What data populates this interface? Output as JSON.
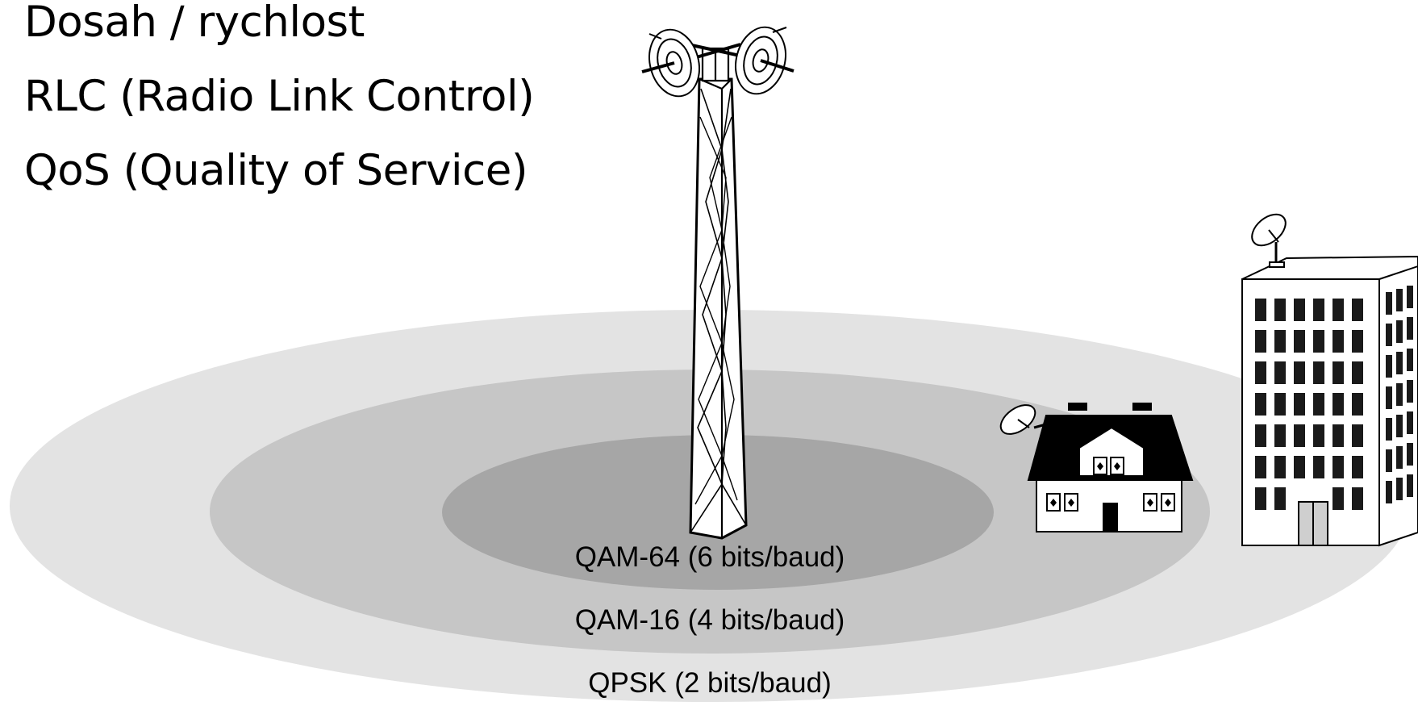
{
  "bullets": [
    "Dosah / rychlost",
    "RLC (Radio Link Control)",
    "QoS (Quality of Service)"
  ],
  "zones": [
    {
      "label": "QAM-64 (6 bits/baud)",
      "color": "#a6a6a6"
    },
    {
      "label": "QAM-16 (4 bits/baud)",
      "color": "#c6c6c6"
    },
    {
      "label": "QPSK (2 bits/baud)",
      "color": "#e3e3e3"
    }
  ],
  "icons": [
    "radio-tower-icon",
    "house-icon",
    "office-building-icon",
    "satellite-dish-icon"
  ]
}
